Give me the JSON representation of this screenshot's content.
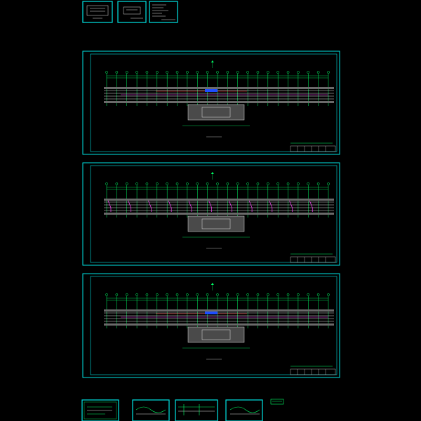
{
  "colors": {
    "frame": "#00e5e5",
    "grid": "#00ff66",
    "beam": "#e0e0e0",
    "highlight_red": "#ff3030",
    "highlight_magenta": "#ff40ff",
    "slab": "#6a6a6a",
    "background": "#000000"
  },
  "top_thumbnails": [
    {
      "kind": "cover-sheet"
    },
    {
      "kind": "index-sheet"
    },
    {
      "kind": "notes-sheet"
    }
  ],
  "main_sheets": [
    {
      "kind": "plan-upper",
      "magenta_stubs": false,
      "red_beams": true
    },
    {
      "kind": "plan-middle",
      "magenta_stubs": true,
      "red_beams": false
    },
    {
      "kind": "plan-lower",
      "magenta_stubs": false,
      "red_beams": true
    }
  ],
  "bottom_thumbnails": [
    {
      "kind": "detail-1"
    },
    {
      "kind": "detail-2"
    },
    {
      "kind": "detail-3"
    },
    {
      "kind": "detail-4"
    }
  ],
  "grid": {
    "bay_count": 22
  }
}
